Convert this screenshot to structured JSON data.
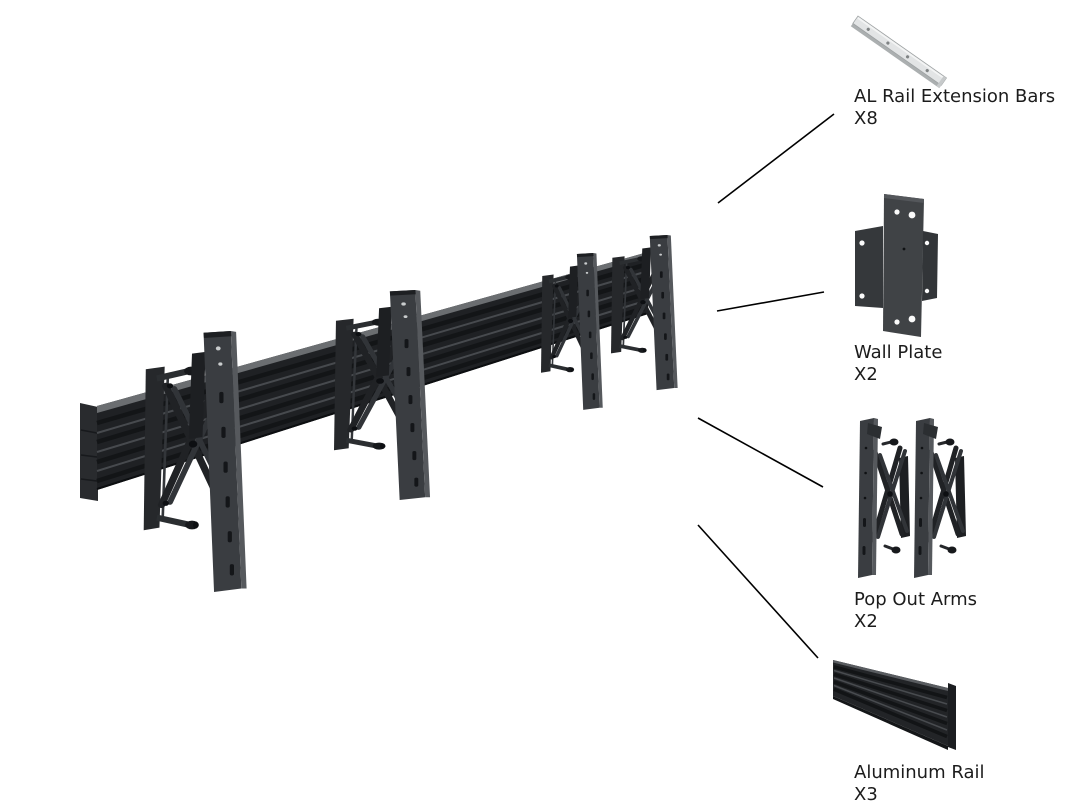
{
  "diagram": {
    "background_color": "#ffffff",
    "callout_line_color": "#000000",
    "label_text_color": "#1c1c1c",
    "main_assembly": {
      "icon": "assembled-rail-mount-with-pop-out-arms-icon",
      "product_color_dark": "#1f2124",
      "product_color_highlight": "#56595d"
    },
    "parts": [
      {
        "icon": "al-rail-extension-bar-icon",
        "label": "AL Rail Extension Bars",
        "quantity": "X8",
        "color": "#e2e4e5"
      },
      {
        "icon": "wall-plate-icon",
        "label": "Wall Plate",
        "quantity": "X2",
        "color": "#404346"
      },
      {
        "icon": "pop-out-arms-icon",
        "label": "Pop Out Arms",
        "quantity": "X2",
        "color": "#3a3d41"
      },
      {
        "icon": "aluminum-rail-icon",
        "label": "Aluminum Rail",
        "quantity": "X3",
        "color": "#222427"
      }
    ]
  }
}
